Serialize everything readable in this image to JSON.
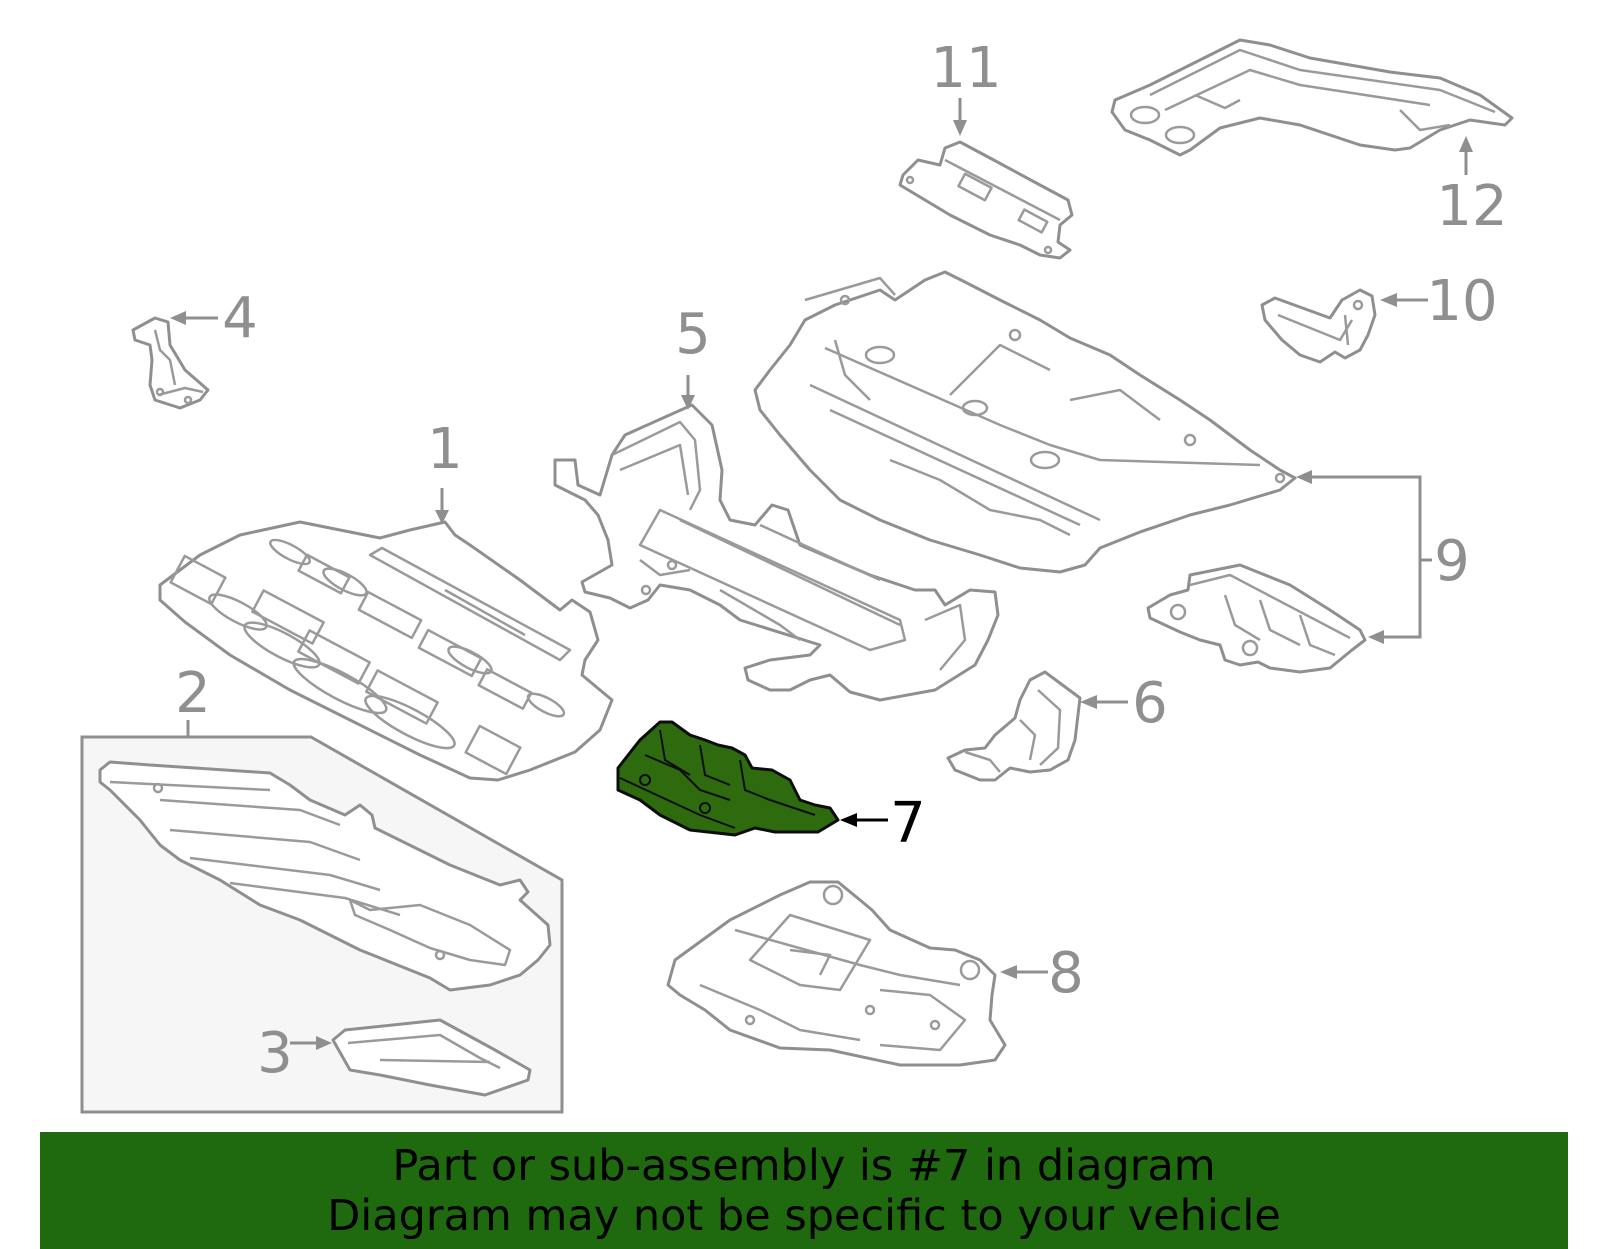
{
  "diagram": {
    "callouts": [
      {
        "id": "1",
        "label": "1"
      },
      {
        "id": "2",
        "label": "2"
      },
      {
        "id": "3",
        "label": "3"
      },
      {
        "id": "4",
        "label": "4"
      },
      {
        "id": "5",
        "label": "5"
      },
      {
        "id": "6",
        "label": "6"
      },
      {
        "id": "7",
        "label": "7",
        "highlighted": true
      },
      {
        "id": "8",
        "label": "8"
      },
      {
        "id": "9",
        "label": "9"
      },
      {
        "id": "10",
        "label": "10"
      },
      {
        "id": "11",
        "label": "11"
      },
      {
        "id": "12",
        "label": "12"
      }
    ],
    "highlighted_part": "7",
    "colors": {
      "line": "#8f8f8f",
      "highlight_fill": "#2e6b0e",
      "highlight_outline": "#0d0d0d",
      "group_box_fill": "#f6f6f6",
      "banner": "#1f6a0e"
    }
  },
  "banner": {
    "line1": "Part or sub-assembly is #7 in diagram",
    "line2": "Diagram may not be specific to your vehicle"
  }
}
